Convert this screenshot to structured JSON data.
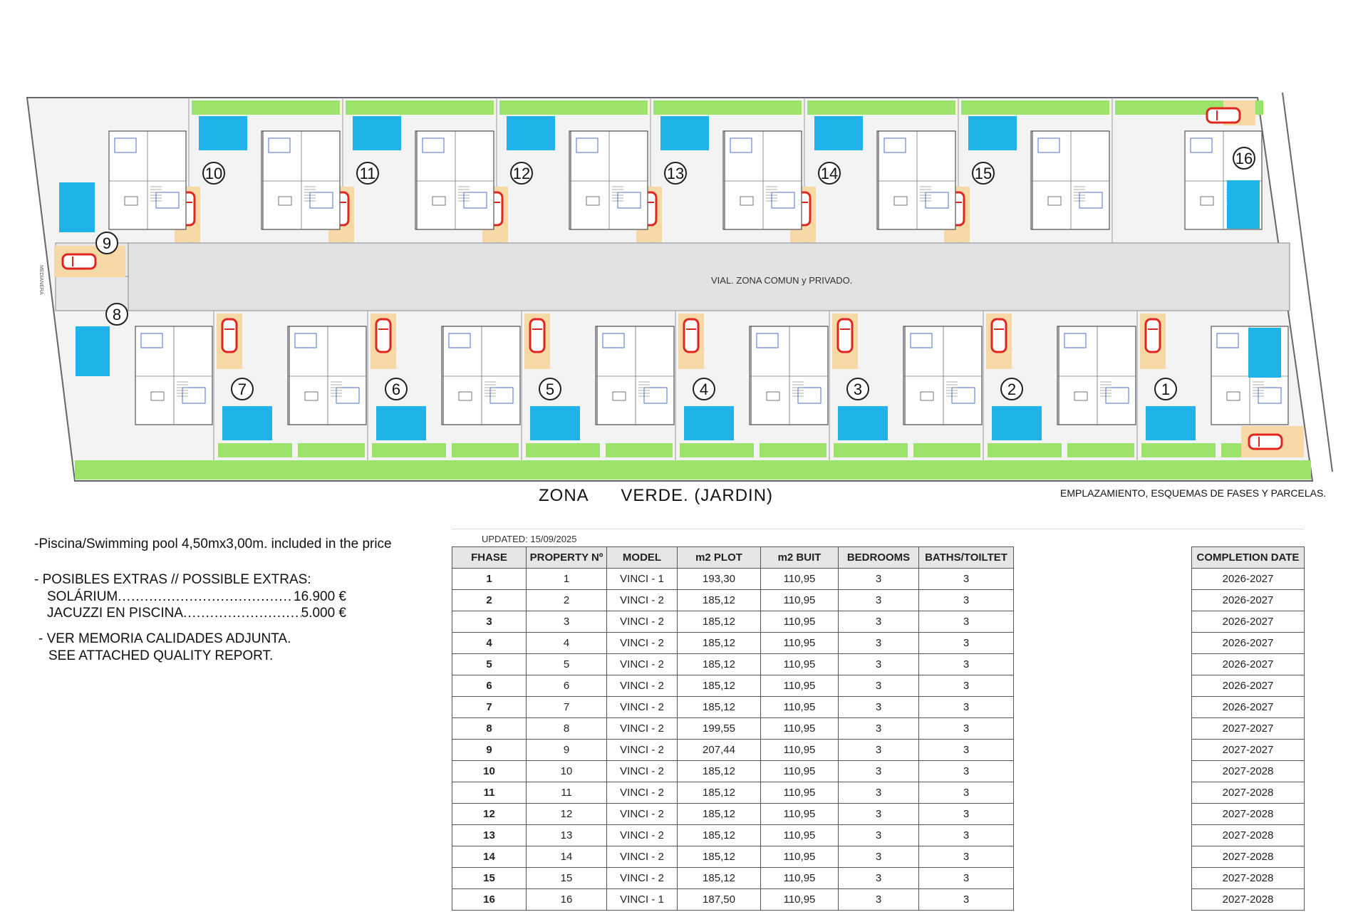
{
  "plan": {
    "road_label": "VIAL. ZONA COMUN y PRIVADO.",
    "side_label": "MEDIANERA",
    "zone_label": "ZONA      VERDE. (JARDIN)",
    "site_label": "EMPLAZAMIENTO, ESQUEMAS DE FASES Y PARCELAS.",
    "colors": {
      "pool": "#1fb3ea",
      "grass": "#9be36b",
      "parking": "#f7d9a8",
      "car": "#e0251f",
      "road": "#e2e2e2"
    },
    "top_plots": [
      "10",
      "11",
      "12",
      "13",
      "14",
      "15",
      "16"
    ],
    "bottom_plots": [
      "7",
      "6",
      "5",
      "4",
      "3",
      "2",
      "1"
    ],
    "left_plots": [
      "9",
      "8"
    ]
  },
  "notes": {
    "pool": "-Piscina/Swimming pool 4,50mx3,00m. included in the price",
    "extras_title": "- POSIBLES EXTRAS // POSSIBLE EXTRAS:",
    "extras": [
      {
        "label": "SOLÁRIUM ",
        "price": "16.900 €"
      },
      {
        "label": "JACUZZI EN PISCINA",
        "price": " 5.000 €"
      }
    ],
    "memoria": "- VER MEMORIA CALIDADES ADJUNTA.",
    "report": "SEE ATTACHED QUALITY REPORT."
  },
  "table": {
    "updated": "UPDATED: 15/09/2025",
    "headers": [
      "FHASE",
      "PROPERTY Nº",
      "MODEL",
      "m2 PLOT",
      "m2 BUIT",
      "BEDROOMS",
      "BATHS/TOILTET"
    ],
    "completion_header": "COMPLETION DATE",
    "rows": [
      {
        "fase": "1",
        "prop": "1",
        "model": "VINCI - 1",
        "plot": "193,30",
        "built": "110,95",
        "bed": "3",
        "bath": "3",
        "date": "2026-2027"
      },
      {
        "fase": "2",
        "prop": "2",
        "model": "VINCI - 2",
        "plot": "185,12",
        "built": "110,95",
        "bed": "3",
        "bath": "3",
        "date": "2026-2027"
      },
      {
        "fase": "3",
        "prop": "3",
        "model": "VINCI - 2",
        "plot": "185,12",
        "built": "110,95",
        "bed": "3",
        "bath": "3",
        "date": "2026-2027"
      },
      {
        "fase": "4",
        "prop": "4",
        "model": "VINCI - 2",
        "plot": "185,12",
        "built": "110,95",
        "bed": "3",
        "bath": "3",
        "date": "2026-2027"
      },
      {
        "fase": "5",
        "prop": "5",
        "model": "VINCI - 2",
        "plot": "185,12",
        "built": "110,95",
        "bed": "3",
        "bath": "3",
        "date": "2026-2027"
      },
      {
        "fase": "6",
        "prop": "6",
        "model": "VINCI - 2",
        "plot": "185,12",
        "built": "110,95",
        "bed": "3",
        "bath": "3",
        "date": "2026-2027"
      },
      {
        "fase": "7",
        "prop": "7",
        "model": "VINCI - 2",
        "plot": "185,12",
        "built": "110,95",
        "bed": "3",
        "bath": "3",
        "date": "2026-2027"
      },
      {
        "fase": "8",
        "prop": "8",
        "model": "VINCI - 2",
        "plot": "199,55",
        "built": "110,95",
        "bed": "3",
        "bath": "3",
        "date": "2027-2027"
      },
      {
        "fase": "9",
        "prop": "9",
        "model": "VINCI - 2",
        "plot": "207,44",
        "built": "110,95",
        "bed": "3",
        "bath": "3",
        "date": "2027-2027"
      },
      {
        "fase": "10",
        "prop": "10",
        "model": "VINCI - 2",
        "plot": "185,12",
        "built": "110,95",
        "bed": "3",
        "bath": "3",
        "date": "2027-2028"
      },
      {
        "fase": "11",
        "prop": "11",
        "model": "VINCI - 2",
        "plot": "185,12",
        "built": "110,95",
        "bed": "3",
        "bath": "3",
        "date": "2027-2028"
      },
      {
        "fase": "12",
        "prop": "12",
        "model": "VINCI - 2",
        "plot": "185,12",
        "built": "110,95",
        "bed": "3",
        "bath": "3",
        "date": "2027-2028"
      },
      {
        "fase": "13",
        "prop": "13",
        "model": "VINCI - 2",
        "plot": "185,12",
        "built": "110,95",
        "bed": "3",
        "bath": "3",
        "date": "2027-2028"
      },
      {
        "fase": "14",
        "prop": "14",
        "model": "VINCI - 2",
        "plot": "185,12",
        "built": "110,95",
        "bed": "3",
        "bath": "3",
        "date": "2027-2028"
      },
      {
        "fase": "15",
        "prop": "15",
        "model": "VINCI - 2",
        "plot": "185,12",
        "built": "110,95",
        "bed": "3",
        "bath": "3",
        "date": "2027-2028"
      },
      {
        "fase": "16",
        "prop": "16",
        "model": "VINCI - 1",
        "plot": "187,50",
        "built": "110,95",
        "bed": "3",
        "bath": "3",
        "date": "2027-2028"
      }
    ]
  }
}
